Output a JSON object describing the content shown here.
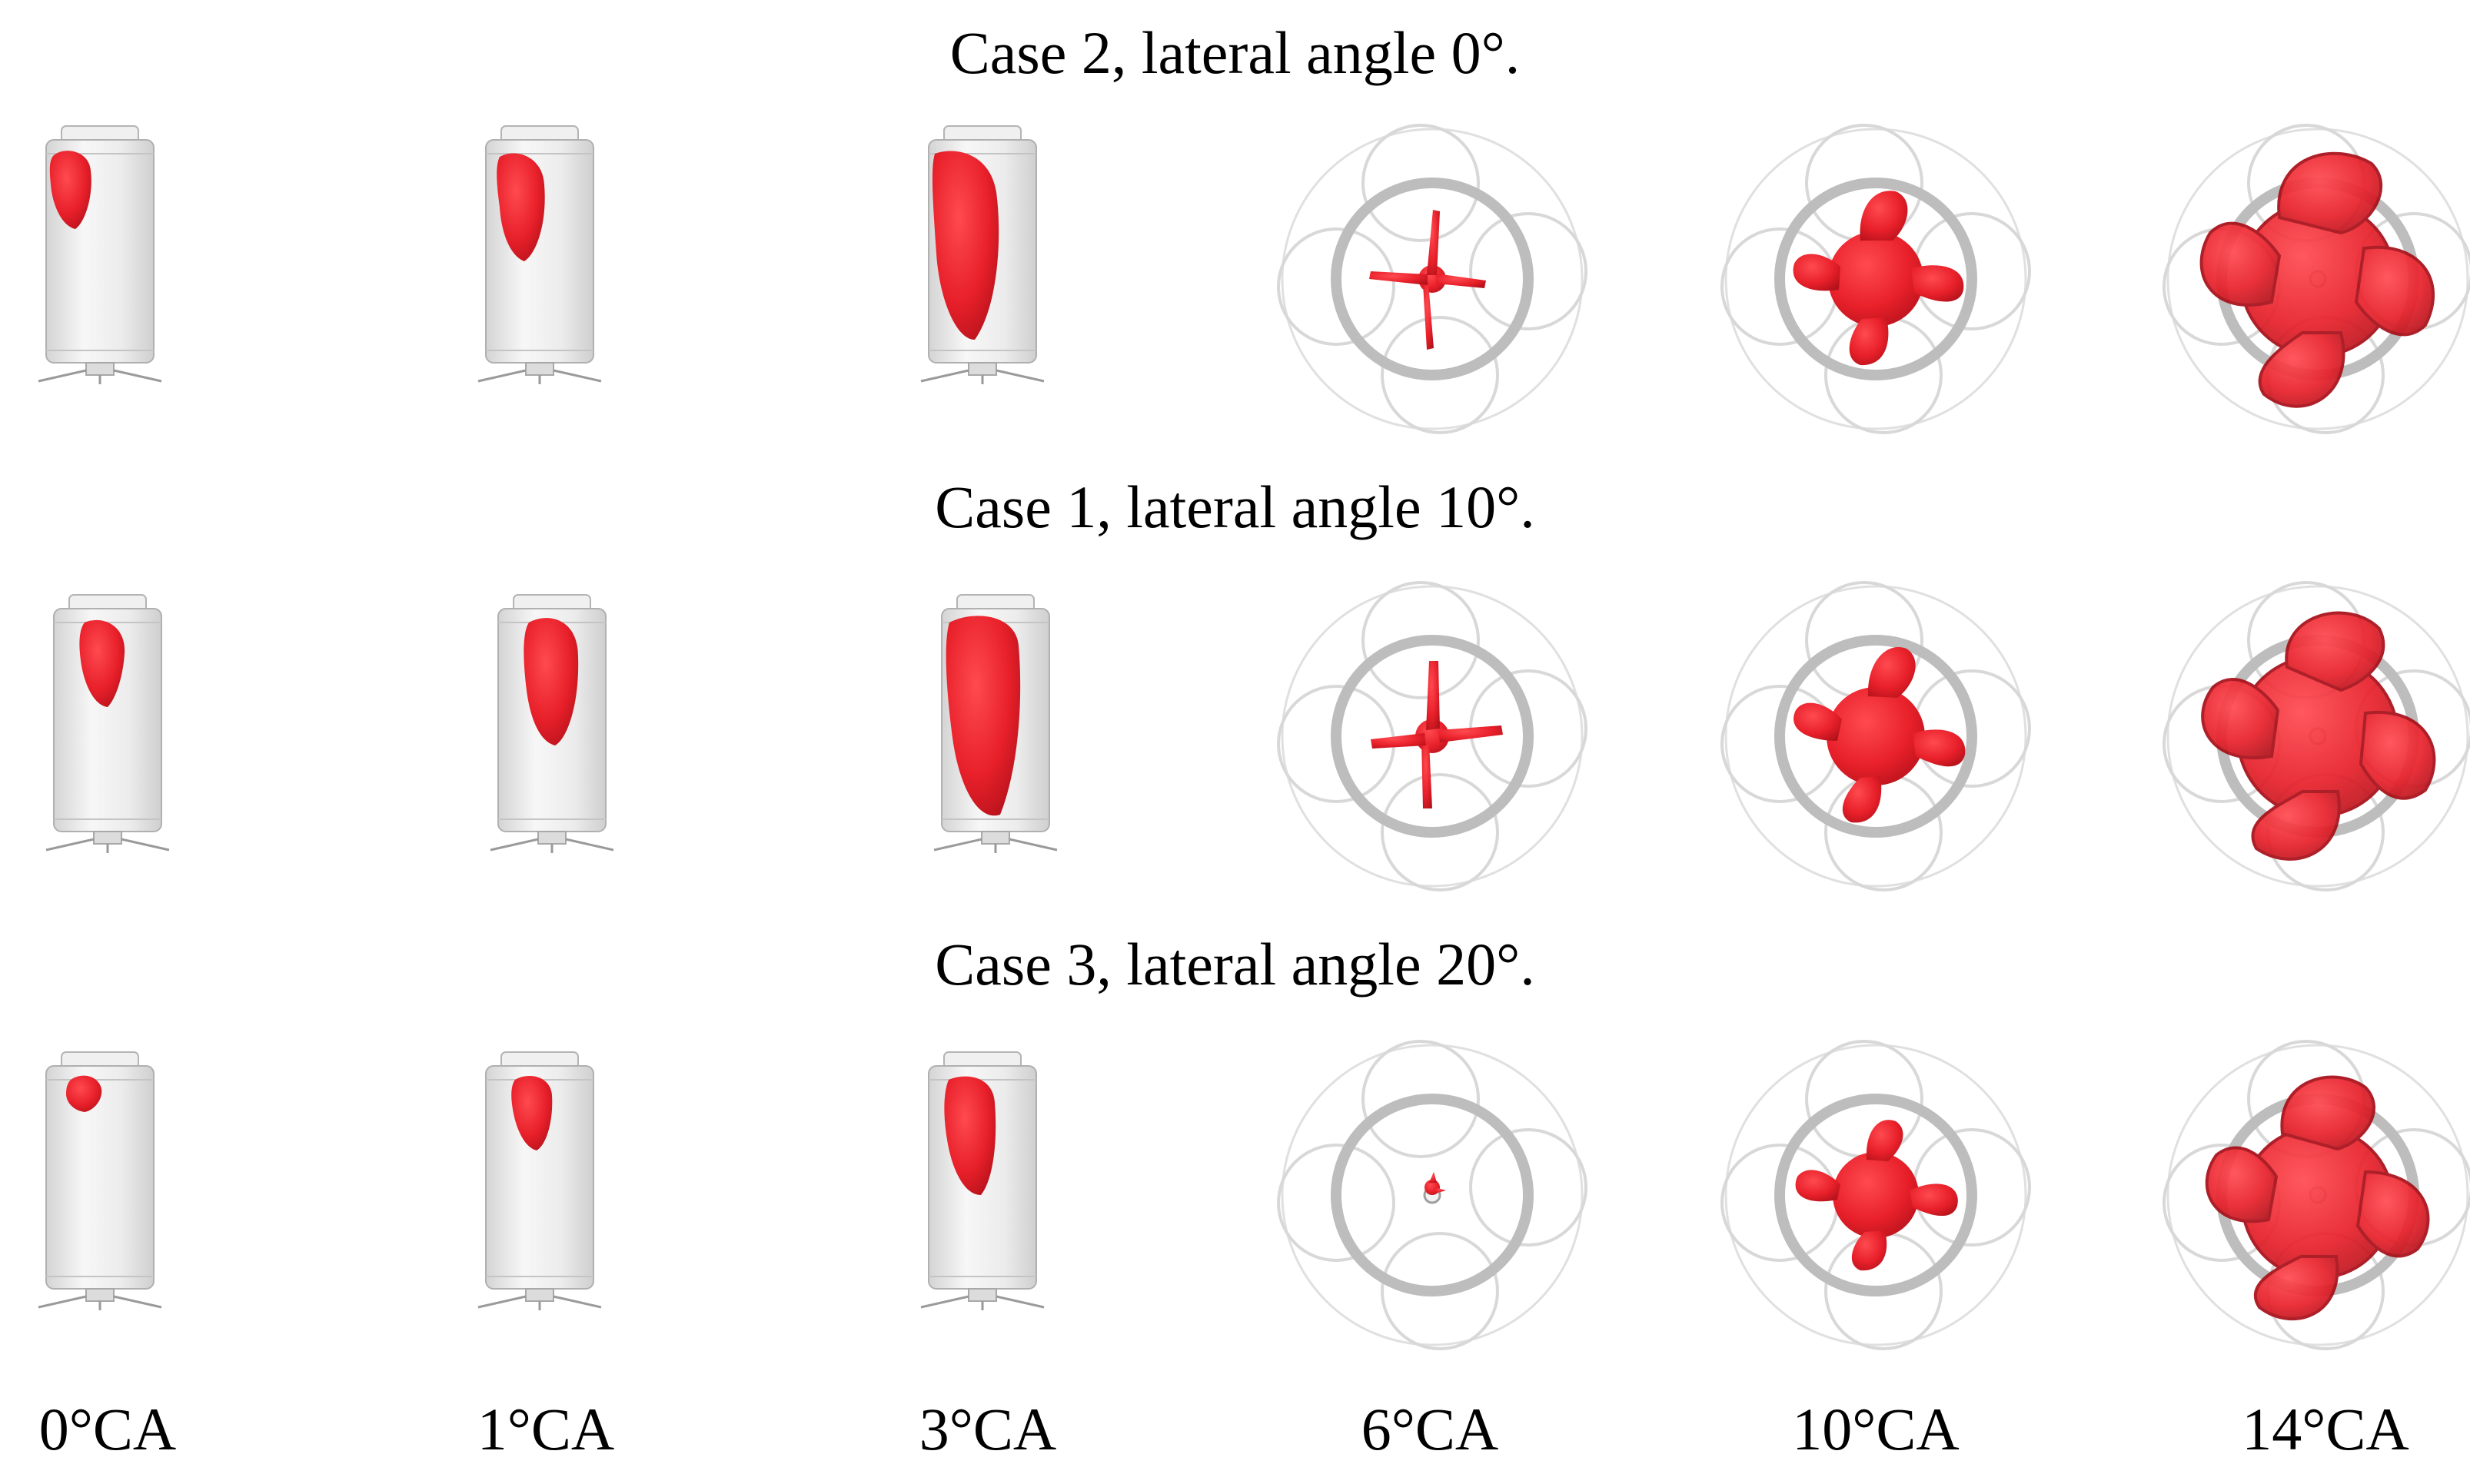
{
  "rows": [
    {
      "title": "Case 2, lateral angle 0°."
    },
    {
      "title": "Case 1, lateral angle 10°."
    },
    {
      "title": "Case 3, lateral angle 20°."
    }
  ],
  "crank_angles": [
    "0°CA",
    "1°CA",
    "3°CA",
    "6°CA",
    "10°CA",
    "14°CA"
  ],
  "colors": {
    "flame": "#e8202a",
    "flame_dark": "#b5121b",
    "cylinder": "#e9e9e9",
    "cylinder_edge": "#a9a9a9",
    "ring": "#bdbdbd"
  }
}
